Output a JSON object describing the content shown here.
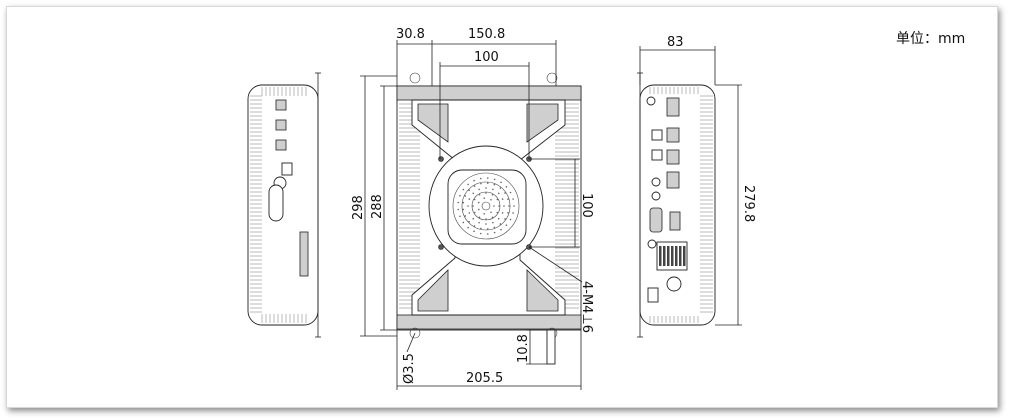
{
  "unit_label": "单位：mm",
  "dimensions": {
    "top_left_offset": "30.8",
    "top_span": "150.8",
    "top_inner": "100",
    "height_outer": "298",
    "height_inner": "288",
    "right_inner_height": "100",
    "screw_callout": "4-M4⊥6",
    "hole_diameter": "Ø3.5",
    "foot_height": "10.8",
    "bottom_width": "205.5",
    "depth": "83",
    "side_height": "279.8"
  }
}
